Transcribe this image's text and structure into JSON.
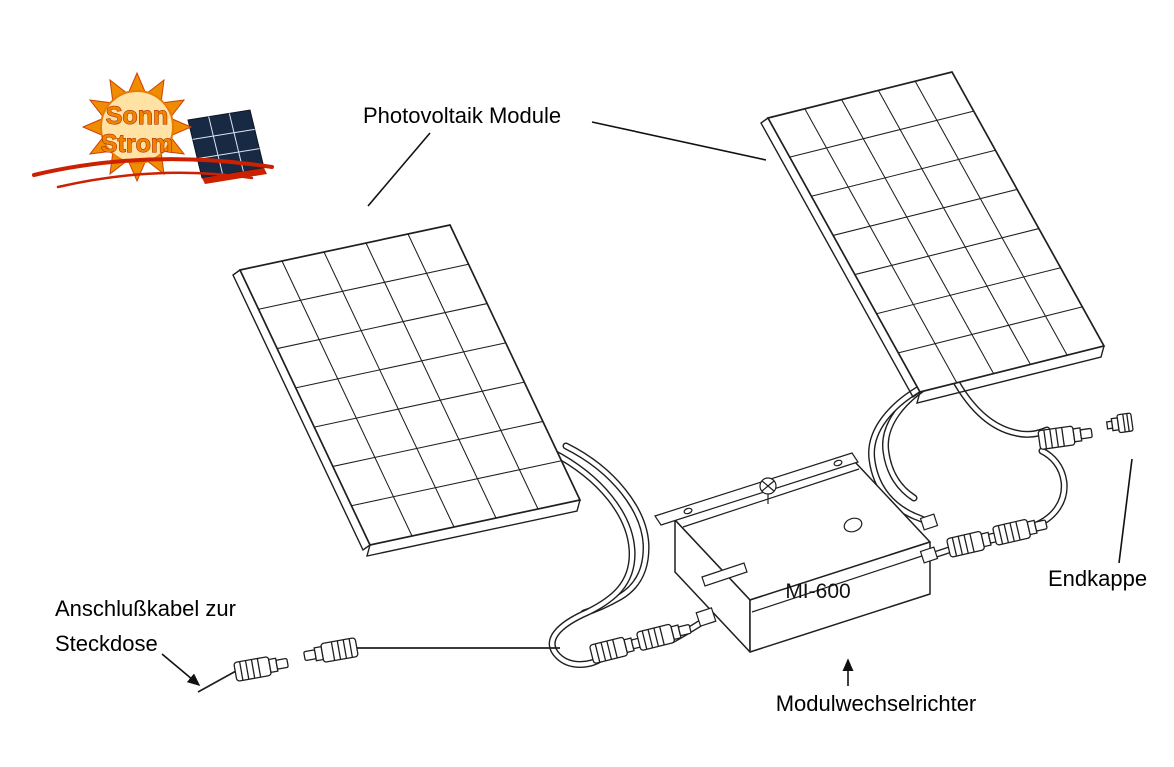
{
  "logo": {
    "text_top": "Sonn",
    "text_bottom": "Strom"
  },
  "labels": {
    "pv_modules": "Photovoltaik Module",
    "ac_cable_line1": "Anschlußkabel zur",
    "ac_cable_line2": "Steckdose",
    "inverter_model": "MI-600",
    "end_cap": "Endkappe",
    "inverter_type": "Modulwechselrichter"
  },
  "colors": {
    "outline": "#1f1f1f",
    "logo_orange": "#f28200",
    "logo_red": "#cc2100",
    "logo_panel_dark": "#182944",
    "sun_ray": "#f08c00",
    "sun_disc": "#ffe2a4"
  }
}
